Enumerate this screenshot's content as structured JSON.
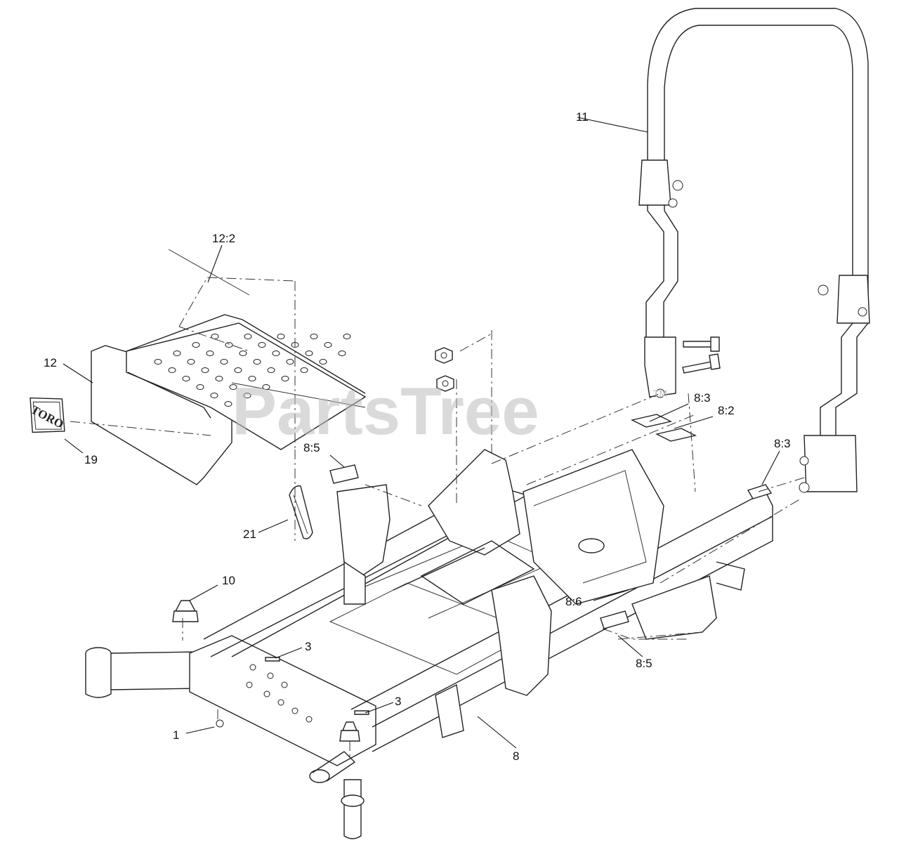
{
  "watermark": {
    "text": "PartsTree",
    "mark": "TM"
  },
  "logo": {
    "text": "TORO"
  },
  "callouts": {
    "c1": "1",
    "c3a": "3",
    "c3b": "3",
    "c8": "8",
    "c8_2": "8:2",
    "c8_3a": "8:3",
    "c8_3b": "8:3",
    "c8_5a": "8:5",
    "c8_5b": "8:5",
    "c8_6": "8:6",
    "c10": "10",
    "c11": "11",
    "c12": "12",
    "c12_2": "12:2",
    "c19": "19",
    "c21": "21"
  }
}
